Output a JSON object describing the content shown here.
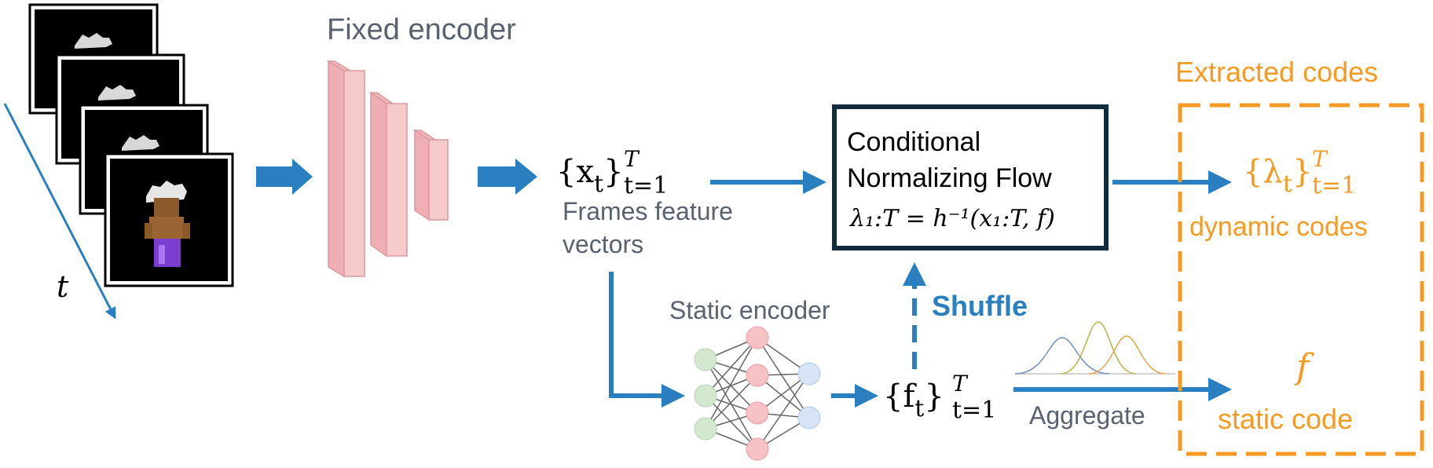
{
  "encoder": {
    "title": "Fixed encoder"
  },
  "frames": {
    "axis_symbol": "t",
    "feature_math": "{x",
    "feature_sub": "t",
    "feature_close": "}",
    "feature_range_sub": "t=1",
    "feature_range_sup": "T",
    "feature_label_line1": "Frames feature",
    "feature_label_line2": "vectors"
  },
  "flow": {
    "title_line1": "Conditional",
    "title_line2": "Normalizing Flow",
    "equation": "λ₁:T = h⁻¹(x₁:T, f)"
  },
  "static_encoder": {
    "title": "Static encoder",
    "codes_math": "{f",
    "codes_sub": "t",
    "codes_close": "}",
    "codes_range_sub": "t=1",
    "codes_range_sup": "T"
  },
  "labels": {
    "shuffle": "Shuffle",
    "aggregate": "Aggregate"
  },
  "extracted": {
    "title": "Extracted codes",
    "dynamic_math": "{λ",
    "dynamic_sub": "t",
    "dynamic_close": "}",
    "dynamic_range_sub": "t=1",
    "dynamic_range_sup": "T",
    "dynamic_label": "dynamic codes",
    "static_symbol": "f",
    "static_label": "static code"
  },
  "colors": {
    "arrow": "#2a7fc0",
    "orange": "#f59a23",
    "gray_text": "#5a6270",
    "flow_border": "#0f2b3d",
    "encoder_fill": "#f6c9cb",
    "encoder_stroke": "#d99a9e"
  }
}
